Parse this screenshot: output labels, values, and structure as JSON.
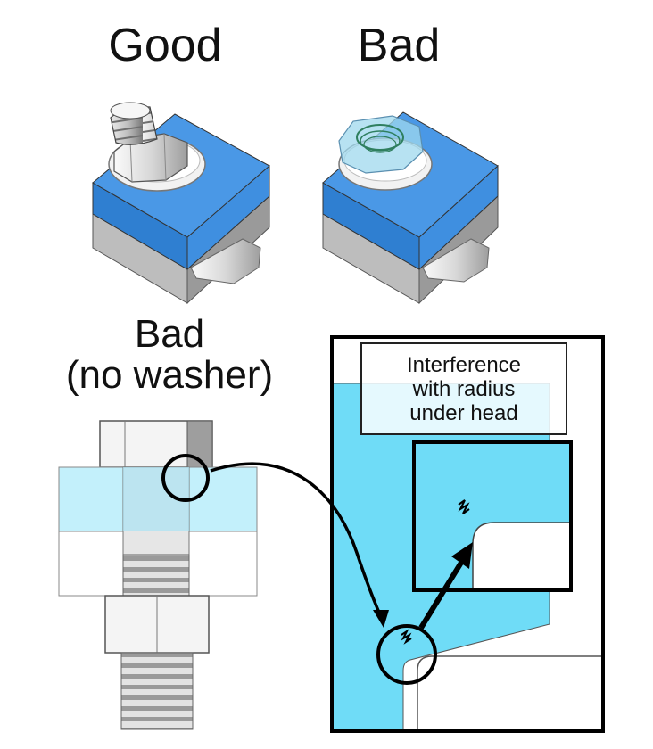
{
  "labels": {
    "good": "Good",
    "bad": "Bad",
    "bad_no_washer_line1": "Bad",
    "bad_no_washer_line2": "(no washer)"
  },
  "callout": {
    "line1": "Interference",
    "line2": "with radius",
    "line3": "under head"
  },
  "colors": {
    "plate_blue": "#3a8ee0",
    "plate_gray": "#a9a9a9",
    "light_cyan": "#6fdcf7",
    "section_cyan": "#bfeffb",
    "outline": "#000000"
  }
}
